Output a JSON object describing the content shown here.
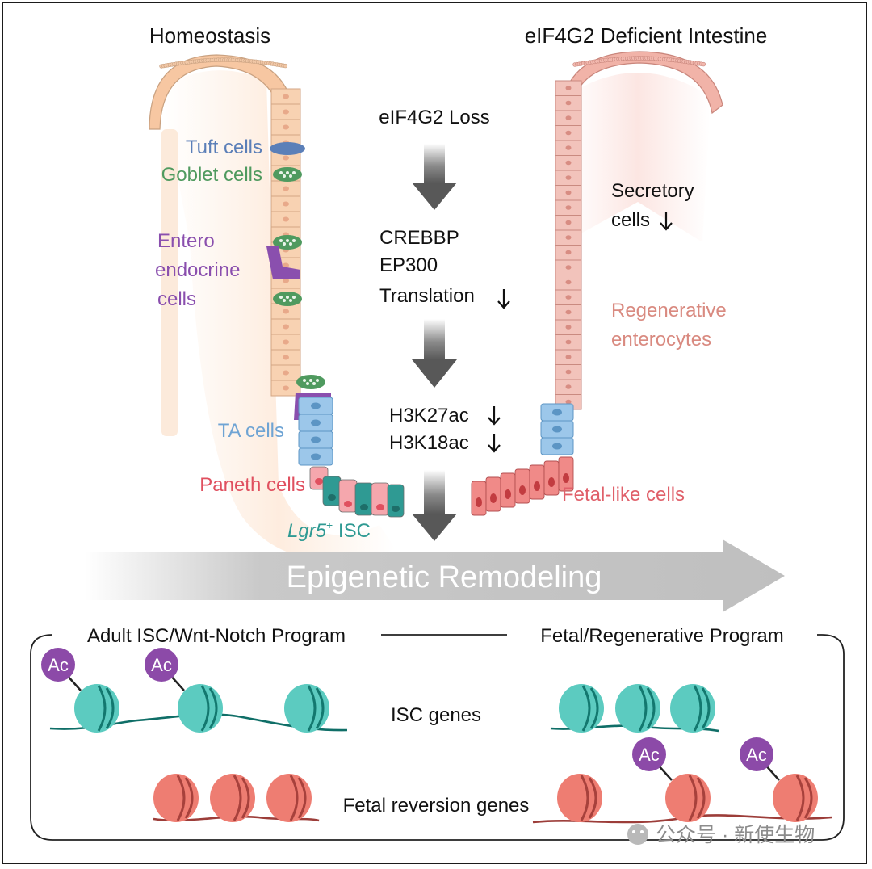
{
  "panels": {
    "left_title": "Homeostasis",
    "right_title": "eIF4G2 Deficient Intestine"
  },
  "left_labels": {
    "tuft": "Tuft cells",
    "goblet": "Goblet cells",
    "entero_1": "Entero",
    "entero_2": "endocrine",
    "entero_3": "cells",
    "ta": "TA cells",
    "paneth": "Paneth cells",
    "isc_gene": "Lgr5",
    "isc_sup": "+",
    "isc_rest": " ISC"
  },
  "right_labels": {
    "secretory_1": "Secretory",
    "secretory_2": "cells",
    "regen_1": "Regenerative",
    "regen_2": "enterocytes",
    "fetal": "Fetal-like cells"
  },
  "pathway": {
    "step1": "eIF4G2 Loss",
    "step2_1": "CREBBP",
    "step2_2": "EP300",
    "step2_3": "Translation",
    "step3_1": "H3K27ac",
    "step3_2": "H3K18ac"
  },
  "banner": {
    "text": "Epigenetic Remodeling"
  },
  "programs": {
    "left_title": "Adult ISC/Wnt-Notch Program",
    "right_title": "Fetal/Regenerative Program",
    "isc_genes": "ISC genes",
    "fetal_genes": "Fetal reversion genes",
    "ac_label": "Ac"
  },
  "watermark": {
    "text": "公众号 · 新使生物"
  },
  "colors": {
    "tuft": "#5b7fb8",
    "goblet": "#4f9a5f",
    "entero": "#8a4fae",
    "ta": "#7fb2dc",
    "paneth": "#e0505f",
    "isc": "#2f9a93",
    "fetal": "#e0606a",
    "regen": "#d98a80",
    "nucleosome_teal": "#5ccbc0",
    "nucleosome_red": "#ee7d72",
    "acetyl": "#8c4aa8"
  }
}
